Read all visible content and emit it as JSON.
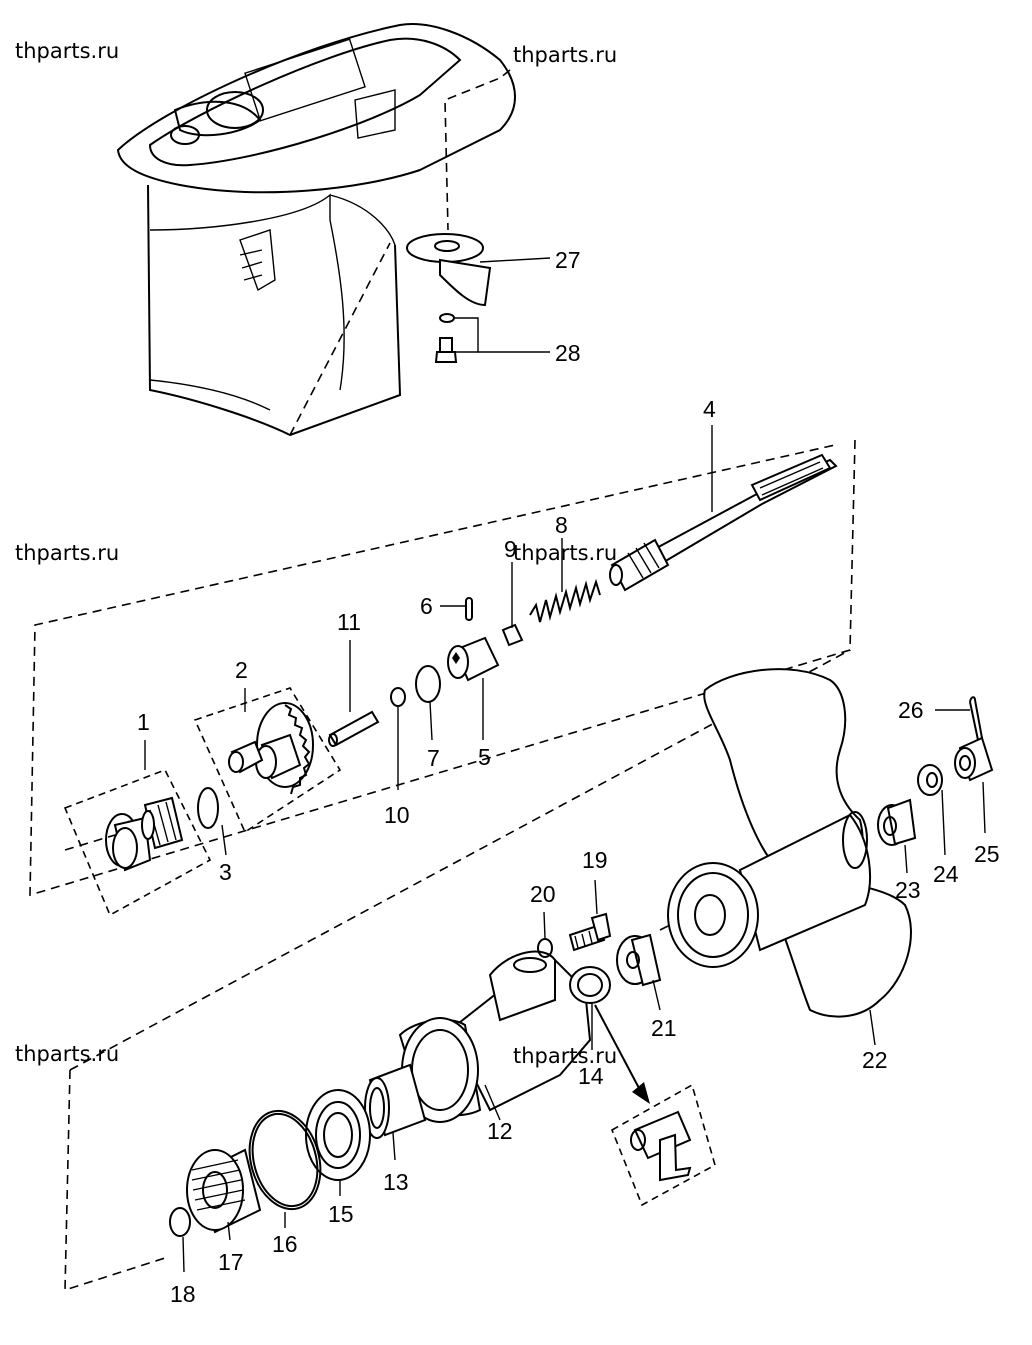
{
  "watermarks": [
    "thparts.ru",
    "thparts.ru",
    "thparts.ru",
    "thparts.ru",
    "thparts.ru",
    "thparts.ru"
  ],
  "part_labels": {
    "p1": "1",
    "p2": "2",
    "p3": "3",
    "p4": "4",
    "p5": "5",
    "p6": "6",
    "p7": "7",
    "p8": "8",
    "p9": "9",
    "p10": "10",
    "p11": "11",
    "p12": "12",
    "p13": "13",
    "p14": "14",
    "p15": "15",
    "p16": "16",
    "p17": "17",
    "p18": "18",
    "p19": "19",
    "p20": "20",
    "p21": "21",
    "p22": "22",
    "p23": "23",
    "p24": "24",
    "p25": "25",
    "p26": "26",
    "p27": "27",
    "p28": "28"
  }
}
